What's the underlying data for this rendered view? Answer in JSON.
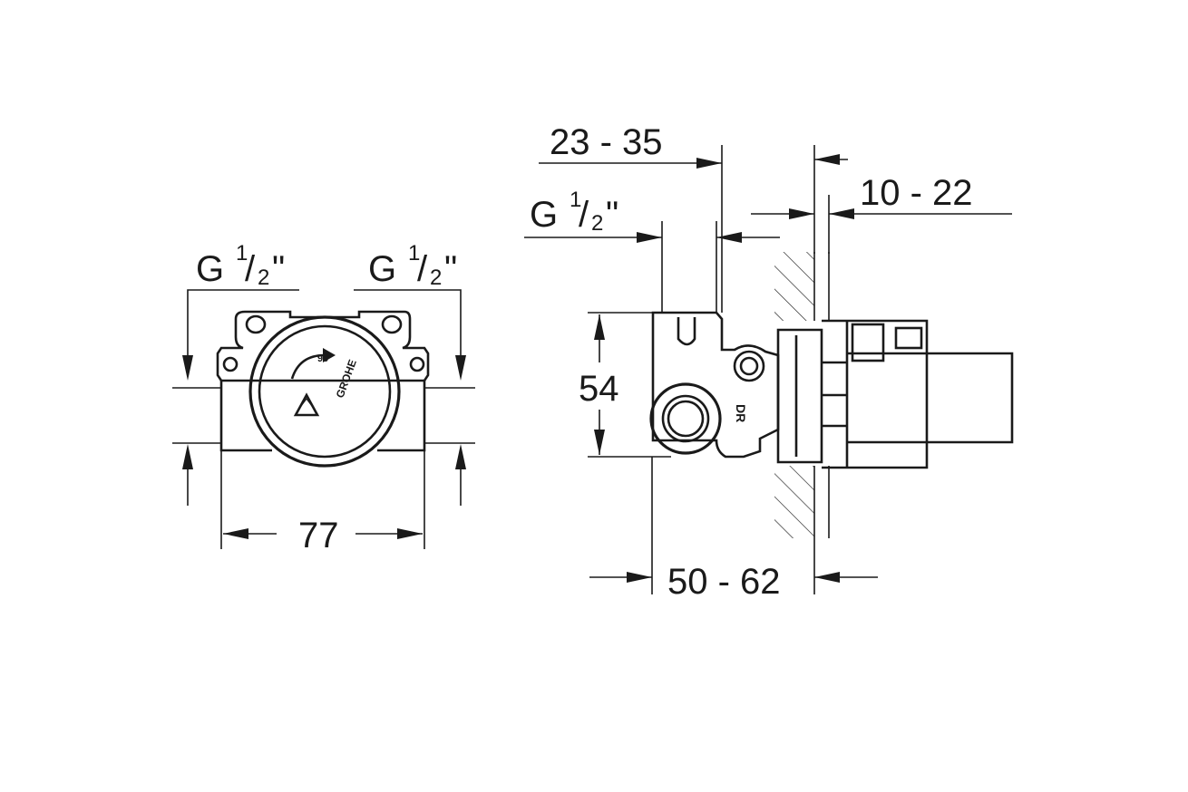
{
  "front_view": {
    "thread_left": {
      "letter": "G",
      "num": "1",
      "den": "2",
      "unit": "\""
    },
    "thread_right": {
      "letter": "G",
      "num": "1",
      "den": "2",
      "unit": "\""
    },
    "width_dim": "77",
    "body_marks": {
      "rotation": "90°",
      "brand": "GROHE"
    }
  },
  "side_view": {
    "dim_top": "23 - 35",
    "dim_top_right": "10 - 22",
    "thread": {
      "letter": "G",
      "num": "1",
      "den": "2",
      "unit": "\""
    },
    "height_dim": "54",
    "depth_dim": "50 - 62",
    "body_mark": "DR"
  },
  "colors": {
    "line": "#1a1a1a",
    "background": "#ffffff"
  }
}
